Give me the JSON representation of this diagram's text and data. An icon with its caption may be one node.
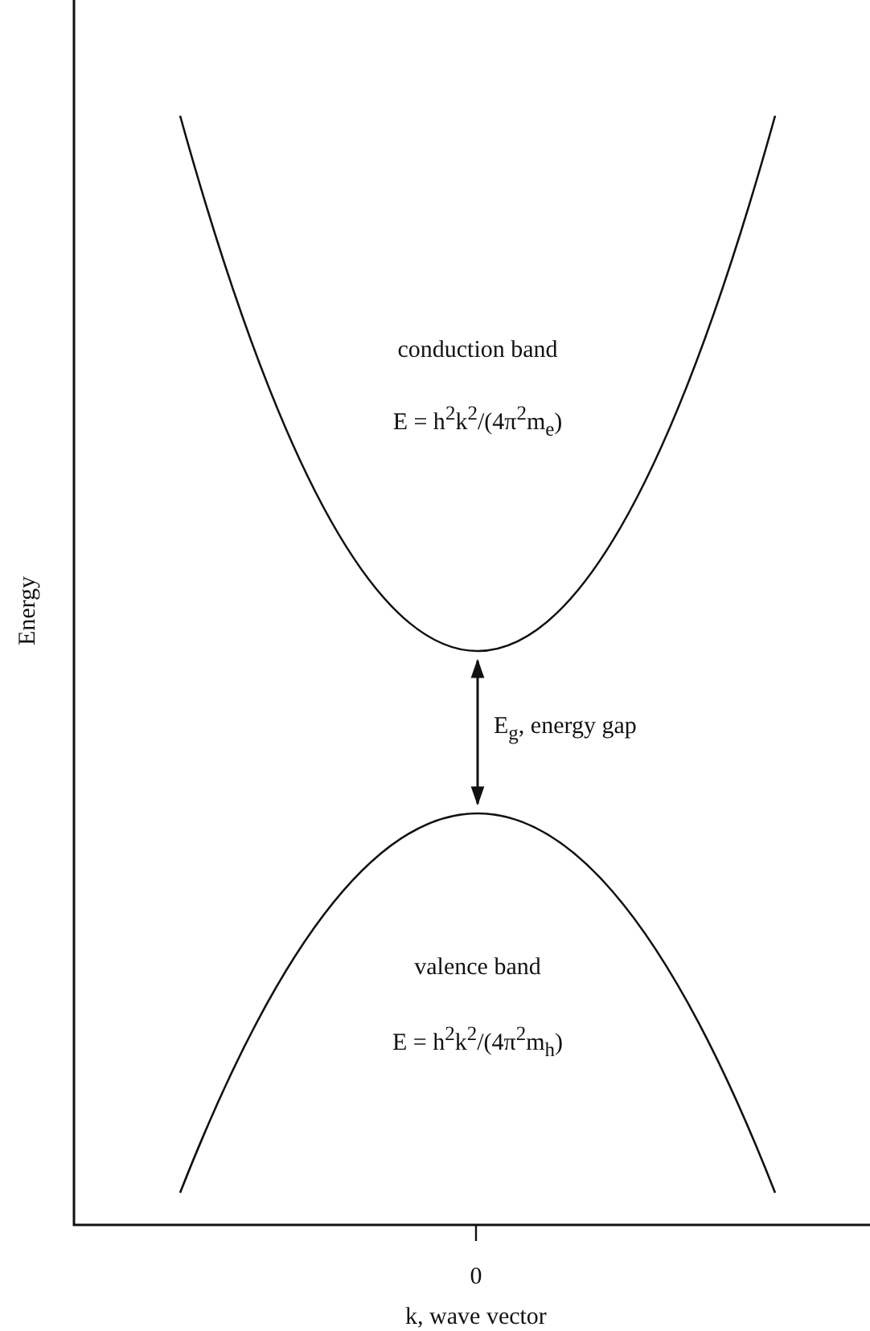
{
  "diagram": {
    "nodes": [
      {
        "text": [
          "conduction band",
          "E = h$^{2}$k$^{2}$/(4π$^{2}$m$_{e}$)"
        ]
      },
      {
        "text": [
          "valence band",
          "E = h$^{2}$k$^{2}$/(4π$^{2}$m$_{h}$)"
        ]
      }
    ],
    "edges": [
      {
        "from": 0,
        "to": 1,
        "arrow": "both",
        "label": "E$_{g}$, energy gap"
      }
    ],
    "labels": [
      "Energy",
      "0",
      "k, wave vector"
    ]
  }
}
